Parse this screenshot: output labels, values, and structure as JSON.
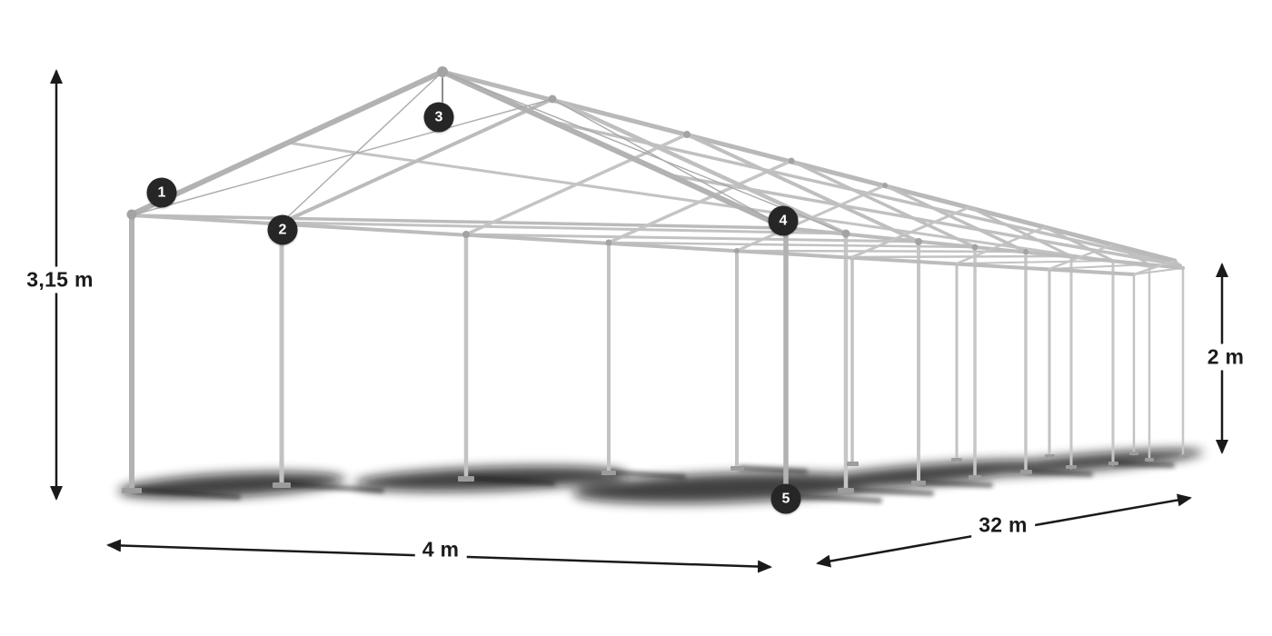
{
  "diagram": {
    "callouts": [
      {
        "number": "1"
      },
      {
        "number": "2"
      },
      {
        "number": "3"
      },
      {
        "number": "4"
      },
      {
        "number": "5"
      }
    ],
    "dimensions": {
      "ridge_height": "3,15 m",
      "side_height": "2 m",
      "width": "4 m",
      "length": "32 m"
    },
    "colors": {
      "frame": "#b7b7b7",
      "frame_far": "#c6c6c6",
      "connector": "#a3a3a3",
      "badge_background": "#262626",
      "badge_text": "#ffffff",
      "dimension_text": "#1b1b1b",
      "arrow": "#1a1a1a",
      "shadow": "#0f0f0f"
    }
  }
}
